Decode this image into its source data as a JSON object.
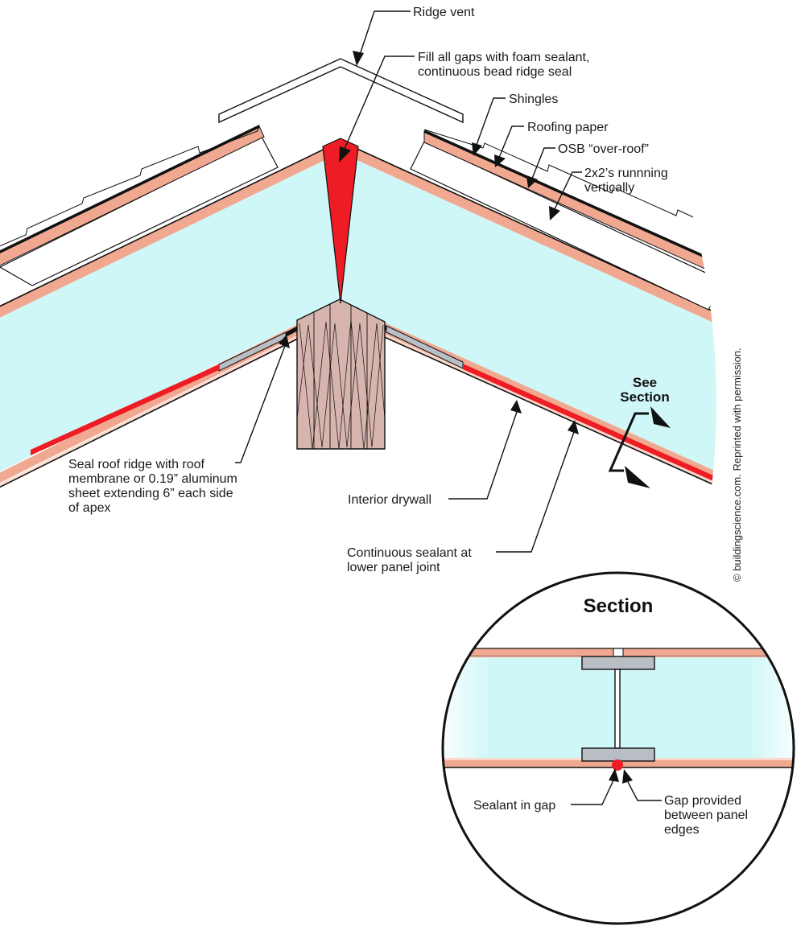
{
  "labels": {
    "ridge_vent": "Ridge vent",
    "foam_line1": "Fill all gaps with foam sealant,",
    "foam_line2": "continuous bead ridge seal",
    "shingles": "Shingles",
    "roofing_paper": "Roofing paper",
    "osb": "OSB “over-roof”",
    "twobytwo_line1": "2x2’s runnning",
    "twobytwo_line2": "vertically",
    "see_section_line1": "See",
    "see_section_line2": "Section",
    "seal_line1": "Seal roof ridge with roof",
    "seal_line2": "membrane or 0.19” aluminum",
    "seal_line3": "sheet extending 6” each side",
    "seal_line4": "of apex",
    "interior_drywall": "Interior drywall",
    "cont_sealant_line1": "Continuous sealant at",
    "cont_sealant_line2": "lower panel joint",
    "section_title": "Section",
    "sealant_in_gap": "Sealant in gap",
    "gap_line1": "Gap provided",
    "gap_line2": "between panel",
    "gap_line3": "edges",
    "credit": "© buildingscience.com. Reprinted with permission."
  },
  "colors": {
    "osb_skin": "#f0a990",
    "osb_light": "#fbd8cc",
    "foam_core": "#cff7f7",
    "sealant_red": "#ee1c24",
    "ridge_beam": "#d7b4ae",
    "steel_gray": "#b9bec4",
    "outline": "#111111"
  }
}
